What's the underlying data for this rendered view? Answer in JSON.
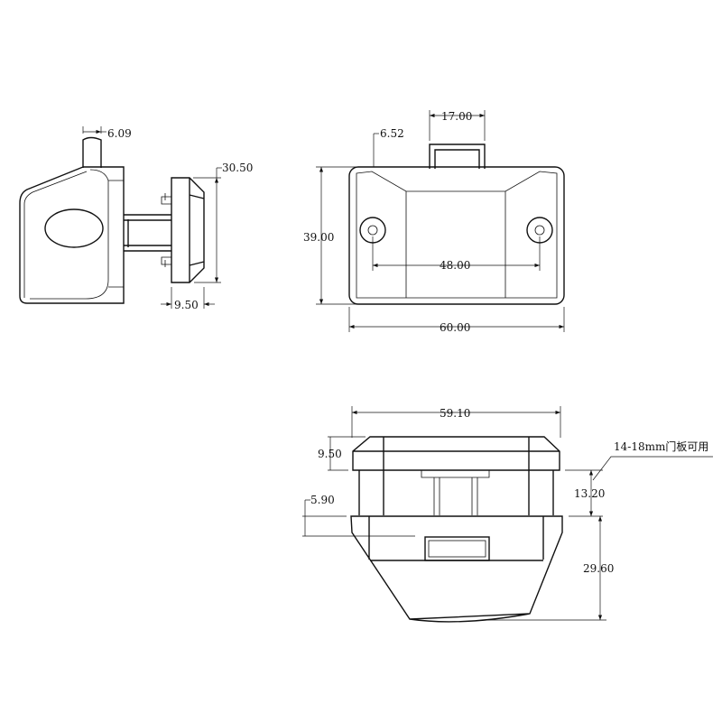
{
  "side_view": {
    "dim_pin_width": "6.09",
    "dim_height": "30.50",
    "dim_bezel_depth": "9.50"
  },
  "front_view": {
    "dim_tab_width": "17.00",
    "dim_tab_offset": "6.52",
    "dim_height": "39.00",
    "dim_hole_spacing": "48.00",
    "dim_width": "60.00"
  },
  "bottom_view": {
    "dim_width": "59.10",
    "dim_bezel_height": "9.50",
    "dim_gap": "13.20",
    "dim_button_offset": "5.90",
    "dim_body_height": "29.60",
    "note": "14-18mm门板可用"
  },
  "colors": {
    "line": "#111111",
    "background": "#ffffff"
  }
}
